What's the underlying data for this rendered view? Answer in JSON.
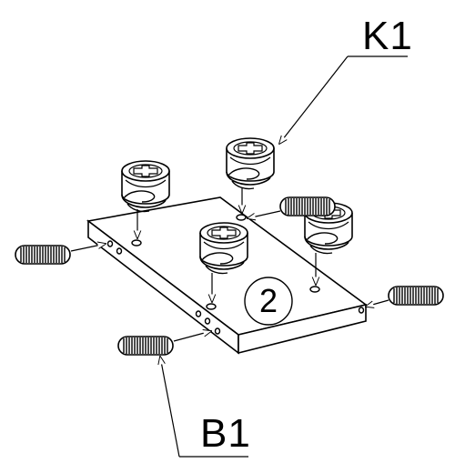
{
  "callouts": {
    "cam_fitting": "K1",
    "dowel": "B1"
  },
  "panel": {
    "part_number": "2"
  },
  "icons": [
    "cam-lock-fitting-icon",
    "wooden-dowel-icon",
    "panel-board-icon",
    "drill-hole-icon"
  ],
  "colors": {
    "line": "#000000",
    "background": "#ffffff"
  }
}
